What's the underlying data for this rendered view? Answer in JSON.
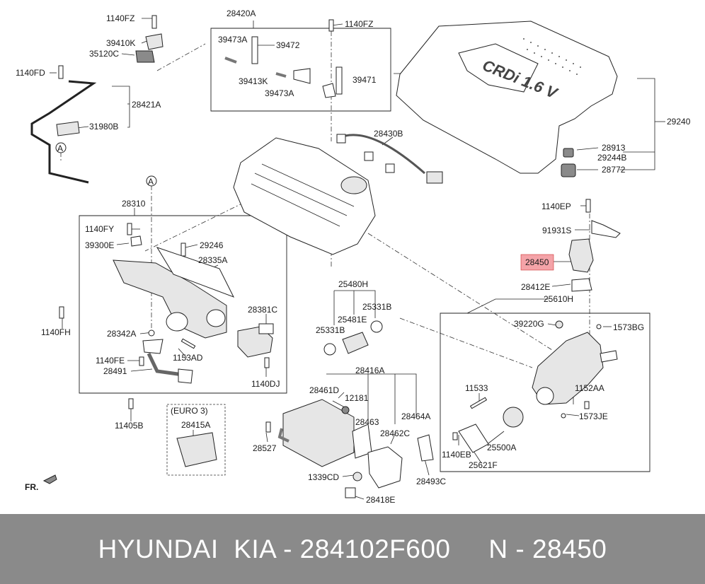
{
  "labels": {
    "l1140fz_a": "1140FZ",
    "l39410k": "39410K",
    "l35120c": "35120C",
    "l1140fd": "1140FD",
    "l28421a": "28421A",
    "l31980b": "31980B",
    "la_1": "A",
    "l28420a": "28420A",
    "l39473a_a": "39473A",
    "l39472": "39472",
    "l39413k": "39413K",
    "l39473a_b": "39473A",
    "l39471": "39471",
    "l1140fz_b": "1140FZ",
    "l28430b": "28430B",
    "l29240": "29240",
    "l28913": "28913",
    "l29244b": "29244B",
    "l28772": "28772",
    "la_2": "A",
    "l28310": "28310",
    "l1140fy": "1140FY",
    "l39300e": "39300E",
    "l29246": "29246",
    "l28335a": "28335A",
    "l1140fh": "1140FH",
    "l28381c": "28381C",
    "l28342a": "28342A",
    "l1140fe": "1140FE",
    "l1153ad": "1153AD",
    "l28491": "28491",
    "l1140dj": "1140DJ",
    "l11405b": "11405B",
    "leuro3": "(EURO 3)",
    "l28415a": "28415A",
    "l1140ep": "1140EP",
    "l91931s": "91931S",
    "l28450": "28450",
    "l28412e": "28412E",
    "l25610h": "25610H",
    "l39220g": "39220G",
    "l1573bg": "1573BG",
    "l25480h": "25480H",
    "l25481e": "25481E",
    "l25331b_a": "25331B",
    "l25331b_b": "25331B",
    "l28416a": "28416A",
    "l28461d": "28461D",
    "l12181": "12181",
    "l28463": "28463",
    "l28464a": "28464A",
    "l28462c": "28462C",
    "l28527": "28527",
    "l1339cd": "1339CD",
    "l28418e": "28418E",
    "l28493c": "28493C",
    "l11533": "11533",
    "l1152aa": "1152AA",
    "l1573je": "1573JE",
    "l1140eb": "1140EB",
    "l25500a": "25500A",
    "l25621f": "25621F",
    "lfr": "FR.",
    "cover_logo": "CRDi 1.6 V"
  },
  "highlight_color": "#f4a3a8",
  "footer": {
    "text": "HYUNDAI  KIA - 284102F600     N - 28450"
  }
}
